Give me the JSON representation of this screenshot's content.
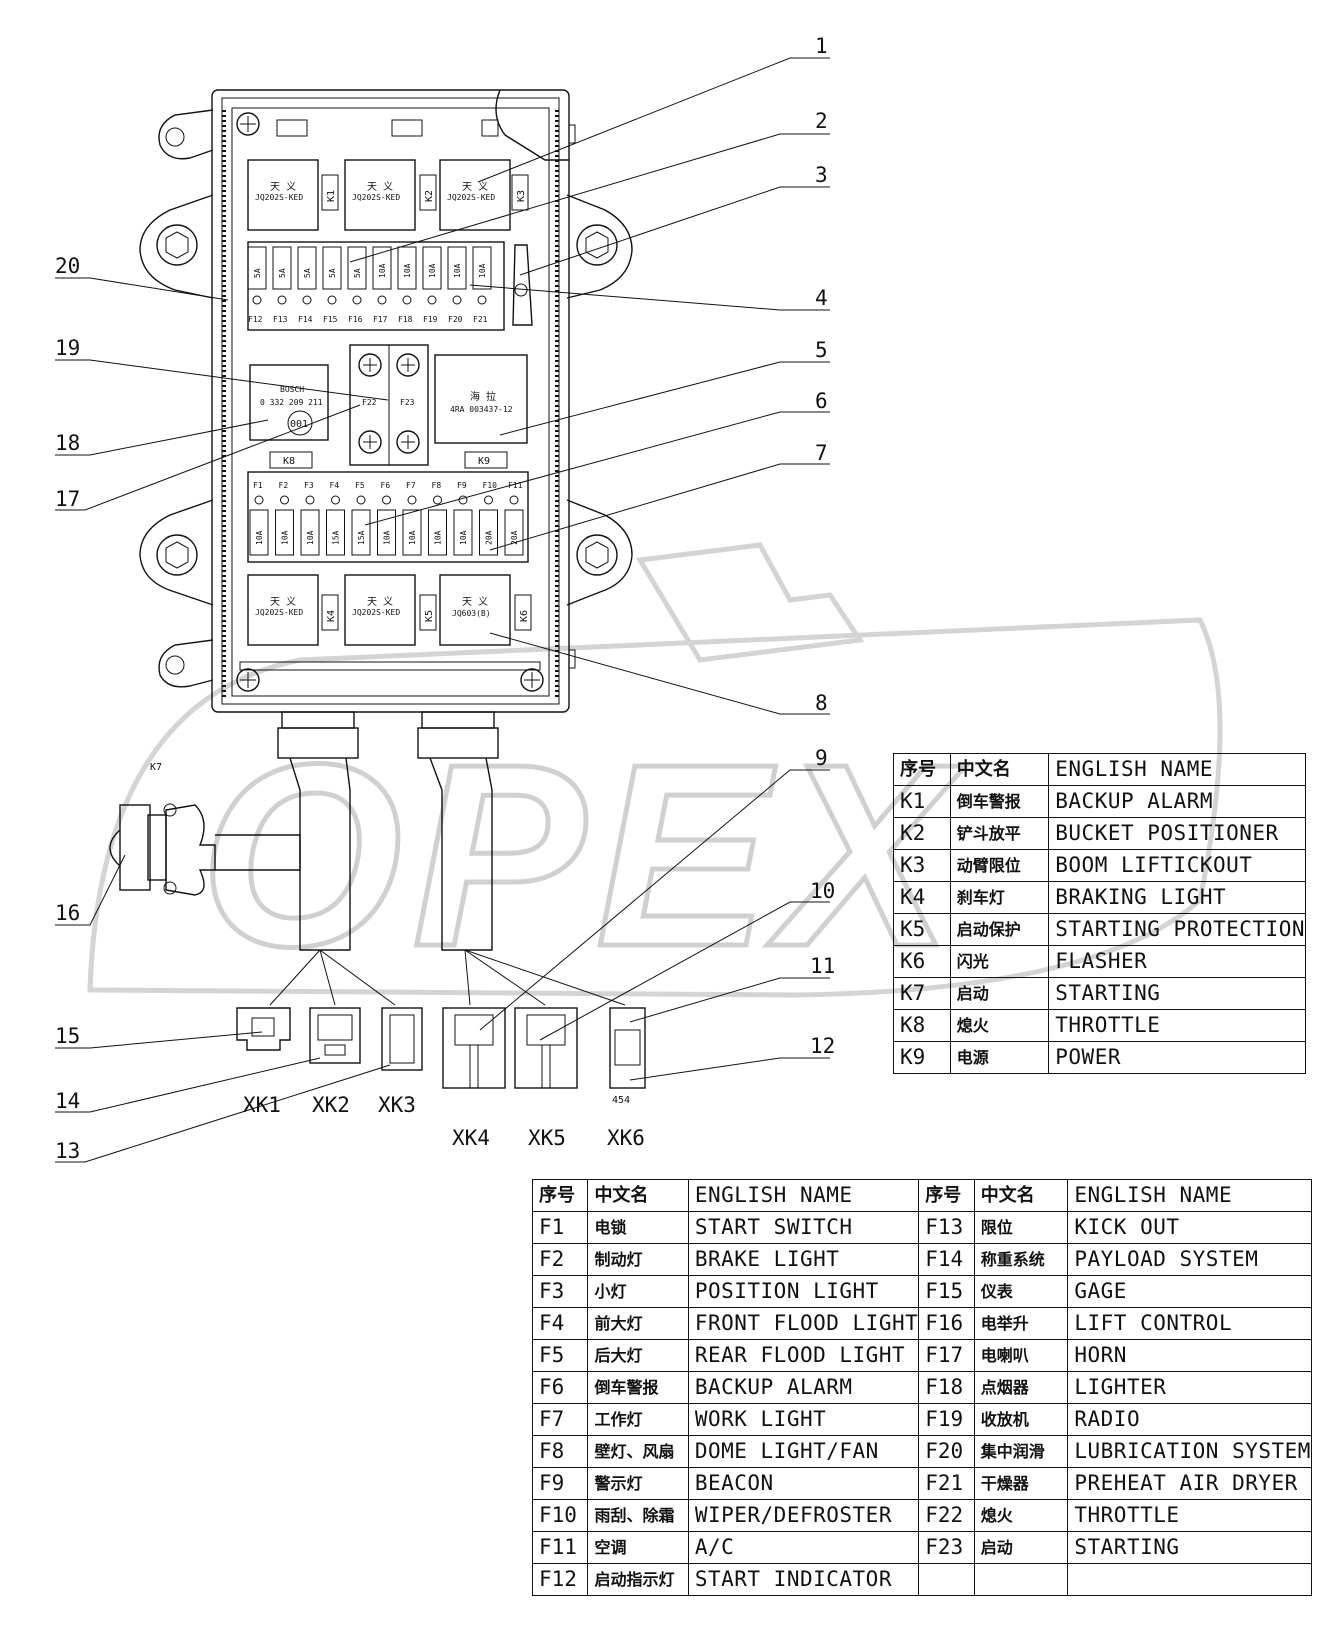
{
  "watermark": "OPEX",
  "callouts": [
    "1",
    "2",
    "3",
    "4",
    "5",
    "6",
    "7",
    "8",
    "9",
    "10",
    "11",
    "12",
    "13",
    "14",
    "15",
    "16",
    "17",
    "18",
    "19",
    "20"
  ],
  "relays_top": [
    {
      "brand": "天 义",
      "model": "JQ202S-KED",
      "tag": "K1"
    },
    {
      "brand": "天 义",
      "model": "JQ202S-KED",
      "tag": "K2"
    },
    {
      "brand": "天 义",
      "model": "JQ202S-KED",
      "tag": "K3"
    }
  ],
  "relays_bottom": [
    {
      "brand": "天 义",
      "model": "JQ202S-KED",
      "tag": "K4"
    },
    {
      "brand": "天 义",
      "model": "JQ202S-KED",
      "tag": "K5"
    },
    {
      "brand": "天 义",
      "model": "JQ603(B)",
      "tag": "K6"
    }
  ],
  "fuses_top": {
    "ratings": [
      "5A",
      "5A",
      "5A",
      "5A",
      "5A",
      "10A",
      "10A",
      "10A",
      "10A",
      "10A"
    ],
    "labels": [
      "F12",
      "F13",
      "F14",
      "F15",
      "F16",
      "F17",
      "F18",
      "F19",
      "F20",
      "F21"
    ]
  },
  "fuses_bottom": {
    "labels": [
      "F1",
      "F2",
      "F3",
      "F4",
      "F5",
      "F6",
      "F7",
      "F8",
      "F9",
      "F10",
      "F11"
    ],
    "ratings": [
      "10A",
      "10A",
      "10A",
      "15A",
      "15A",
      "10A",
      "10A",
      "10A",
      "10A",
      "20A",
      "20A"
    ]
  },
  "bosch_relay": {
    "brand": "BOSCH",
    "part": "0 332 209 211",
    "tag": "001"
  },
  "hella_relay": {
    "brand": "海 拉",
    "part": "4RA 003437-12"
  },
  "big_fuses": [
    "F22",
    "F23"
  ],
  "relay_tags_mid": [
    "K8",
    "K9"
  ],
  "k7_label": "K7",
  "connector_454": "454",
  "connectors": [
    "XK1",
    "XK2",
    "XK3",
    "XK4",
    "XK5",
    "XK6"
  ],
  "table_k": {
    "headers": {
      "no": "序号",
      "cn": "中文名",
      "en": "ENGLISH NAME"
    },
    "rows": [
      {
        "no": "K1",
        "cn": "倒车警报",
        "en": "BACKUP ALARM"
      },
      {
        "no": "K2",
        "cn": "铲斗放平",
        "en": "BUCKET POSITIONER"
      },
      {
        "no": "K3",
        "cn": "动臂限位",
        "en": "BOOM LIFTICKOUT"
      },
      {
        "no": "K4",
        "cn": "刹车灯",
        "en": "BRAKING LIGHT"
      },
      {
        "no": "K5",
        "cn": "启动保护",
        "en": "STARTING PROTECTION"
      },
      {
        "no": "K6",
        "cn": "闪光",
        "en": "FLASHER"
      },
      {
        "no": "K7",
        "cn": "启动",
        "en": "STARTING"
      },
      {
        "no": "K8",
        "cn": "熄火",
        "en": "THROTTLE"
      },
      {
        "no": "K9",
        "cn": "电源",
        "en": "POWER"
      }
    ]
  },
  "table_f": {
    "headers": {
      "no": "序号",
      "cn": "中文名",
      "en": "ENGLISH NAME"
    },
    "left": [
      {
        "no": "F1",
        "cn": "电锁",
        "en": "START SWITCH"
      },
      {
        "no": "F2",
        "cn": "制动灯",
        "en": "BRAKE LIGHT"
      },
      {
        "no": "F3",
        "cn": "小灯",
        "en": "POSITION LIGHT"
      },
      {
        "no": "F4",
        "cn": "前大灯",
        "en": "FRONT FLOOD LIGHT"
      },
      {
        "no": "F5",
        "cn": "后大灯",
        "en": "REAR FLOOD LIGHT"
      },
      {
        "no": "F6",
        "cn": "倒车警报",
        "en": "BACKUP ALARM"
      },
      {
        "no": "F7",
        "cn": "工作灯",
        "en": "WORK LIGHT"
      },
      {
        "no": "F8",
        "cn": "壁灯、风扇",
        "en": "DOME LIGHT/FAN"
      },
      {
        "no": "F9",
        "cn": "警示灯",
        "en": "BEACON"
      },
      {
        "no": "F10",
        "cn": "雨刮、除霜",
        "en": "WIPER/DEFROSTER"
      },
      {
        "no": "F11",
        "cn": "空调",
        "en": "A/C"
      },
      {
        "no": "F12",
        "cn": "启动指示灯",
        "en": "START INDICATOR"
      }
    ],
    "right": [
      {
        "no": "F13",
        "cn": "限位",
        "en": "KICK OUT"
      },
      {
        "no": "F14",
        "cn": "称重系统",
        "en": "PAYLOAD SYSTEM"
      },
      {
        "no": "F15",
        "cn": "仪表",
        "en": "GAGE"
      },
      {
        "no": "F16",
        "cn": "电举升",
        "en": "LIFT CONTROL"
      },
      {
        "no": "F17",
        "cn": "电喇叭",
        "en": "HORN"
      },
      {
        "no": "F18",
        "cn": "点烟器",
        "en": "LIGHTER"
      },
      {
        "no": "F19",
        "cn": "收放机",
        "en": "RADIO"
      },
      {
        "no": "F20",
        "cn": "集中润滑",
        "en": "LUBRICATION SYSTEM"
      },
      {
        "no": "F21",
        "cn": "干燥器",
        "en": "PREHEAT AIR DRYER"
      },
      {
        "no": "F22",
        "cn": "熄火",
        "en": "THROTTLE"
      },
      {
        "no": "F23",
        "cn": "启动",
        "en": "STARTING"
      },
      {
        "no": "",
        "cn": "",
        "en": ""
      }
    ]
  }
}
